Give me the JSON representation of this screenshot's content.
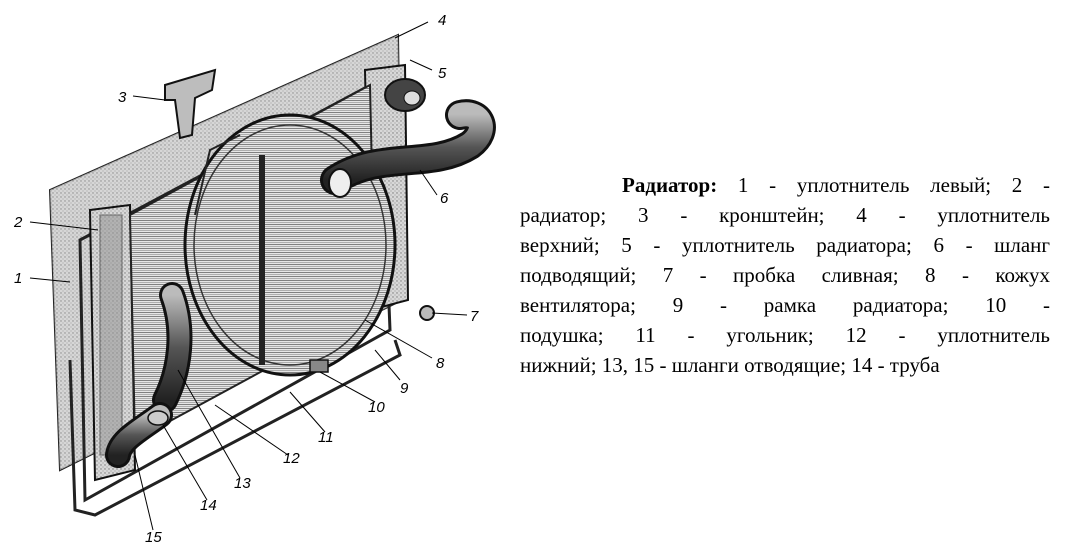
{
  "caption": {
    "title": "Радиатор:",
    "line1": " 1 - уплотнитель левый; 2 -",
    "line2": "радиатор; 3 - кронштейн; 4 - уплотнитель",
    "line3": "верхний; 5 - уплотнитель радиатора; 6 - шланг",
    "line4": "подводящий; 7 - пробка сливная; 8 - кожух",
    "line5": "вентилятора; 9 - рамка радиатора; 10 -",
    "line6": "подушка; 11 - угольник; 12 - уплотнитель",
    "line7": "нижний; 13, 15 - шланги отводящие; 14 - труба"
  },
  "callouts": [
    {
      "label": "1"
    },
    {
      "label": "2"
    },
    {
      "label": "3"
    },
    {
      "label": "4"
    },
    {
      "label": "5"
    },
    {
      "label": "6"
    },
    {
      "label": "7"
    },
    {
      "label": "8"
    },
    {
      "label": "9"
    },
    {
      "label": "10"
    },
    {
      "label": "11"
    },
    {
      "label": "12"
    },
    {
      "label": "13"
    },
    {
      "label": "14"
    },
    {
      "label": "15"
    }
  ]
}
